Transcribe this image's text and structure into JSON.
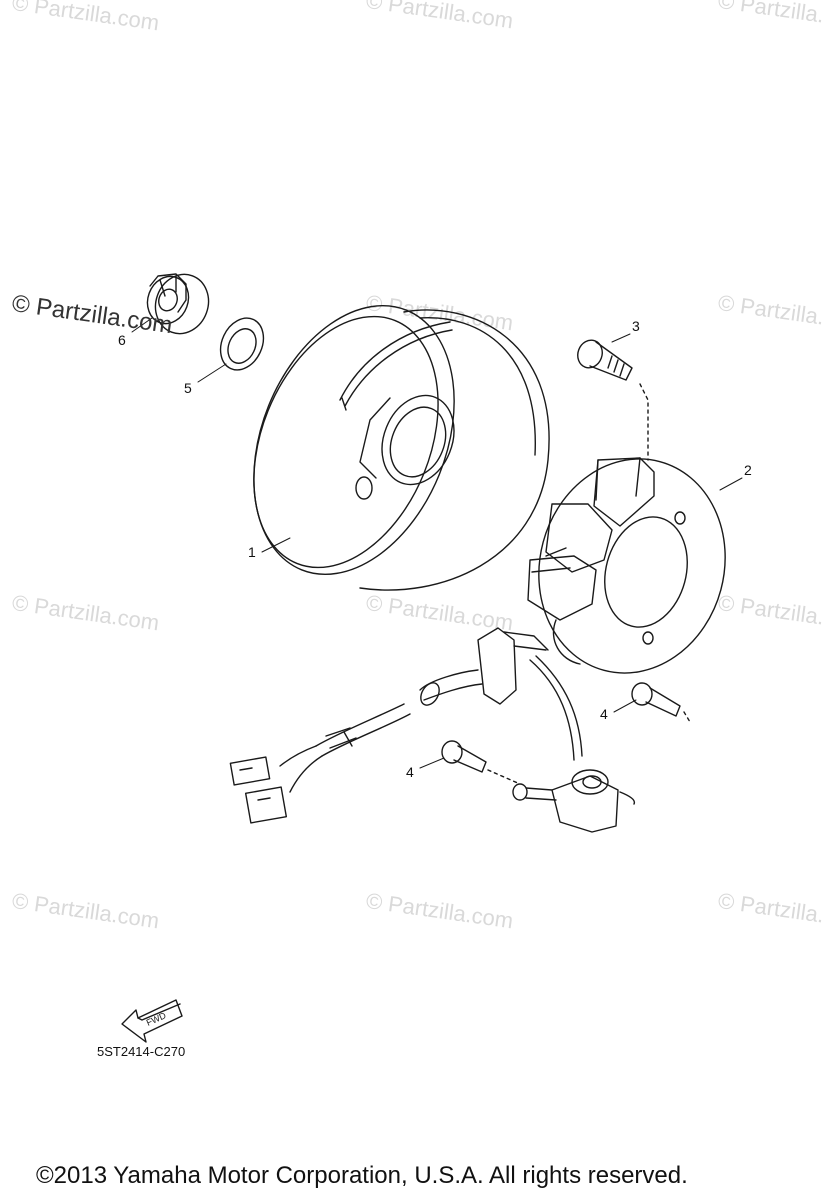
{
  "watermarks": {
    "text": "© Partzilla.com",
    "text_dark": "© Partzilla.com"
  },
  "callouts": {
    "part1": "1",
    "part2": "2",
    "part3": "3",
    "part4a": "4",
    "part4b": "4",
    "part5": "5",
    "part6": "6"
  },
  "fwd_label": "FWD",
  "diagram_code": "5ST2414-C270",
  "copyright": "©2013  Yamaha Motor Corporation, U.S.A. All rights reserved."
}
